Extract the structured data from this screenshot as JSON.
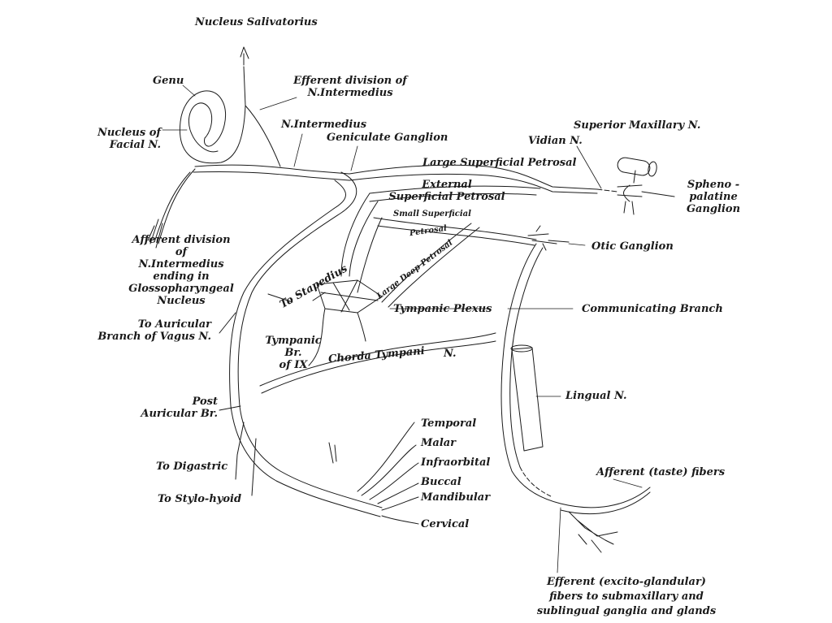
{
  "labels": {
    "nucleus_salivatorius": "Nucleus Salivatorius",
    "genu": "Genu",
    "efferent_division": "Efferent division of\nN.Intermedius",
    "nucleus_of_facial": "Nucleus of\nFacial N.",
    "n_intermedius": "N.Intermedius",
    "geniculate_ganglion": "Geniculate Ganglion",
    "superior_maxillary": "Superior Maxillary N.",
    "vidian": "Vidian N.",
    "large_superficial_petrosal": "Large Superficial Petrosal",
    "external_superficial_petrosal": "External\nSuperficial Petrosal",
    "spheno_palatine": "Spheno -\npalatine\nGanglion",
    "small_superficial": "Small Superficial",
    "petrosal": "Petrosal",
    "large_deep_petrosal": "Large Deep Petrosal",
    "otic_ganglion": "Otic Ganglion",
    "afferent_division": "Afferent division\nof\nN.Intermedius\nending in\nGlossopharyngeal\nNucleus",
    "to_stapedius": "To Stapedius",
    "tympanic_plexus": "Tympanic Plexus",
    "communicating_branch": "Communicating Branch",
    "to_auricular": "To Auricular\nBranch of Vagus N.",
    "tympanic_br": "Tympanic Br.\nof IX",
    "chorda_tympani": "Chorda  Tympani",
    "chorda_n": "N.",
    "lingual": "Lingual N.",
    "post_auricular": "Post\nAuricular Br.",
    "temporal": "Temporal",
    "malar": "Malar",
    "infraorbital": "Infraorbital",
    "buccal": "Buccal",
    "mandibular": "Mandibular",
    "cervical": "Cervical",
    "to_digastric": "To Digastric",
    "to_stylo_hyoid": "To Stylo-hyoid",
    "afferent_taste": "Afferent (taste) fibers",
    "efferent_excito": "Efferent (excito-glandular)\nfibers to submaxillary and\nsublingual ganglia and glands"
  },
  "colors": {
    "ink": "#1a1a1a",
    "nerve_fill": "#ffffff",
    "background": "#ffffff"
  }
}
